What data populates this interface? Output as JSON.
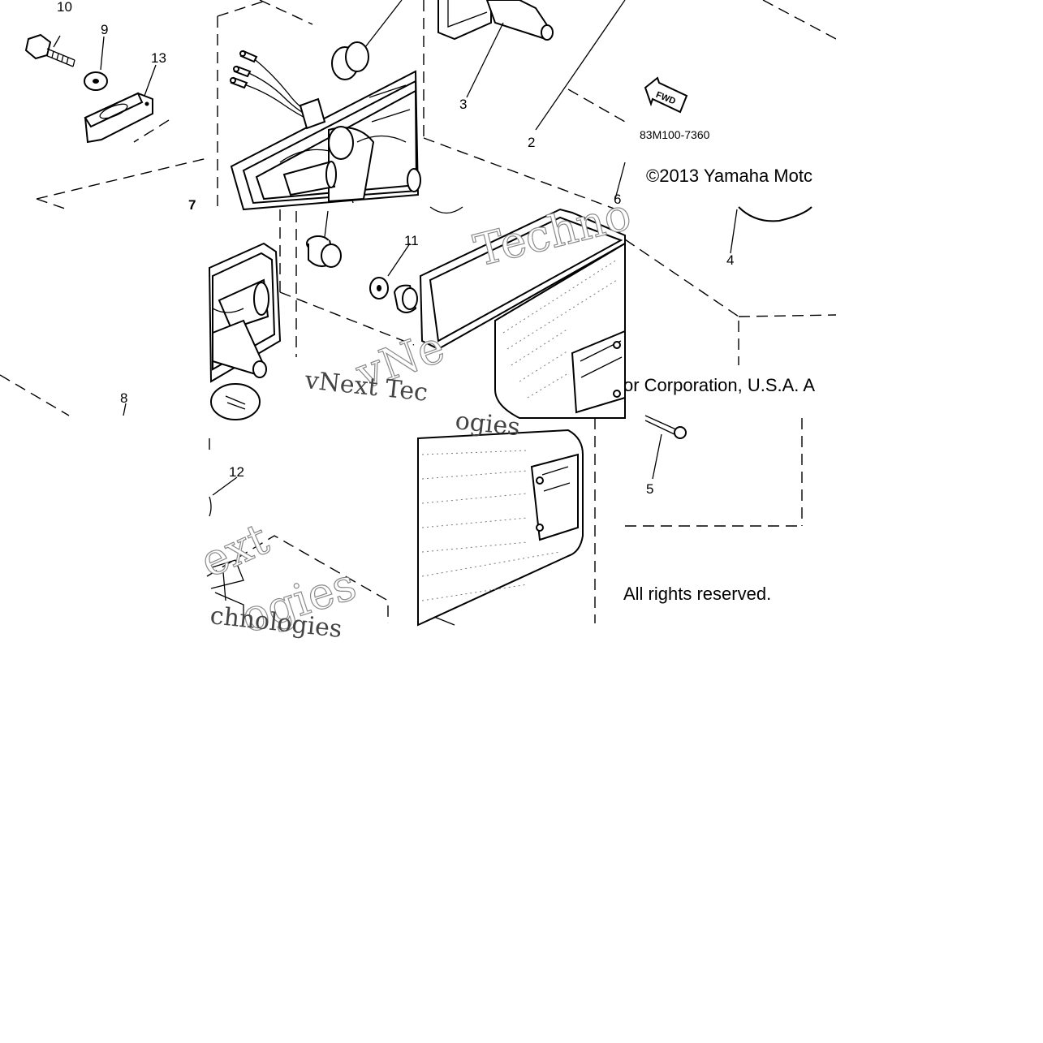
{
  "callouts": {
    "c10": "10",
    "c9": "9",
    "c13": "13",
    "c7": "7",
    "c3": "3",
    "c2": "2",
    "c6": "6",
    "c4": "4",
    "c5": "5",
    "c8": "8",
    "c11": "11",
    "c12": "12"
  },
  "fwd_label": "FWD",
  "diagram_code": "83M100-7360",
  "copyright": {
    "line1": "©2013 Yamaha Motc",
    "line2": "or Corporation, U.S.A. A",
    "line3": "All rights reserved."
  },
  "watermarks": {
    "w1": "Techno",
    "w2": "vNe",
    "w3": "vNext Tec",
    "w4": "ogies",
    "w5": "ext",
    "w6": "ogies",
    "w7": "chnologies"
  }
}
